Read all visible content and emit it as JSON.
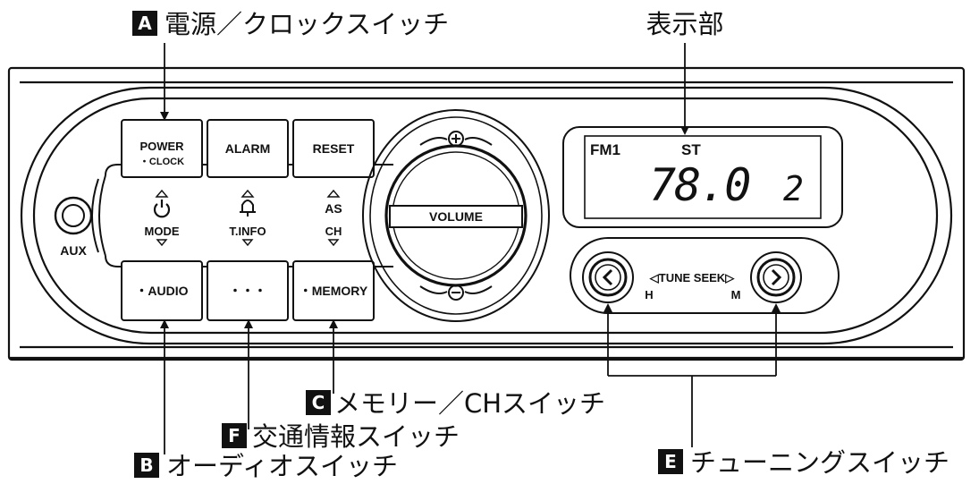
{
  "callouts": {
    "a": {
      "letter": "A",
      "text": "電源／クロックスイッチ"
    },
    "display": {
      "text": "表示部"
    },
    "c": {
      "letter": "C",
      "text": "メモリー／CHスイッチ"
    },
    "f": {
      "letter": "F",
      "text": "交通情報スイッチ"
    },
    "b": {
      "letter": "B",
      "text": "オーディオスイッチ"
    },
    "e": {
      "letter": "E",
      "text": "チューニングスイッチ"
    }
  },
  "buttons": {
    "power": {
      "line1": "POWER",
      "line2": "・CLOCK"
    },
    "alarm": "ALARM",
    "reset": "RESET",
    "audio": "・AUDIO",
    "dots": "・・・",
    "memory": "・MEMORY",
    "volume": "VOLUME"
  },
  "middle_row": {
    "mode": "MODE",
    "tinfo": "T.INFO",
    "ch": "CH",
    "as": "AS"
  },
  "aux_label": "AUX",
  "display": {
    "band": "FM1",
    "stereo": "ST",
    "frequency": "78.0",
    "preset": "2"
  },
  "tune": {
    "label": "◁TUNE SEEK▷",
    "left_sub": "H",
    "right_sub": "M"
  },
  "colors": {
    "line": "#111111",
    "badge": "#111111",
    "background": "#ffffff"
  }
}
